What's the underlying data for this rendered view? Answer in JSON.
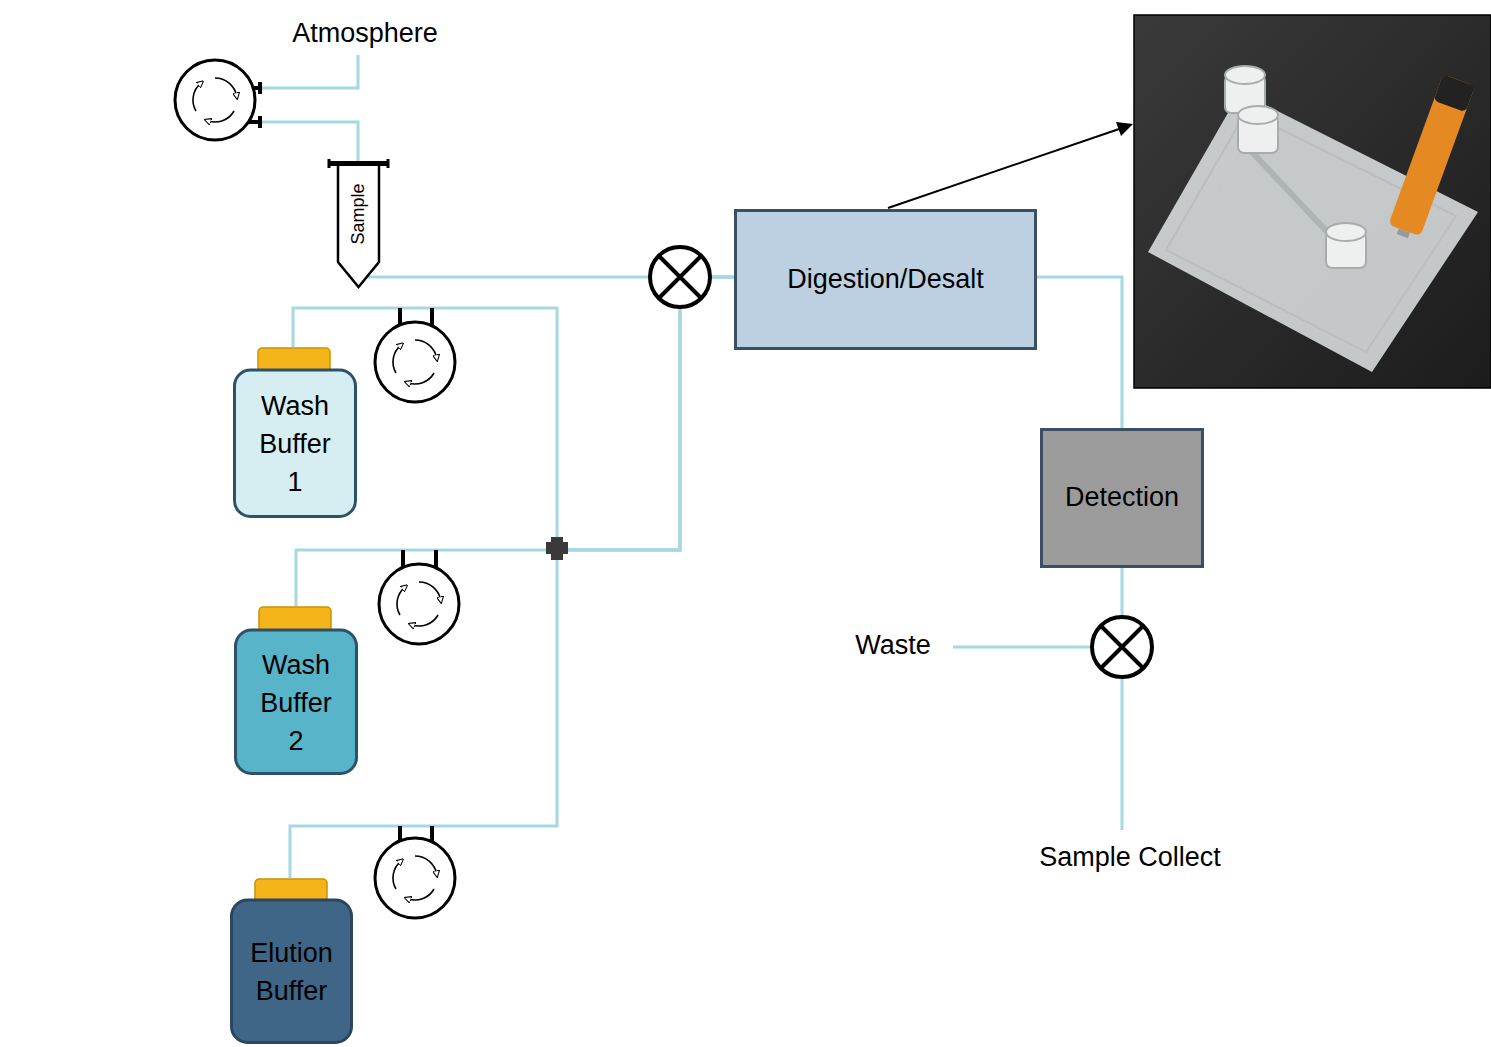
{
  "diagram": {
    "nodes": [
      {
        "text": [
          "Sample"
        ]
      },
      {
        "text": [
          "Wash Buffer 1"
        ]
      },
      {
        "text": [
          "Wash Buffer 2"
        ]
      },
      {
        "text": [
          "Elution Buffer"
        ]
      },
      {
        "text": [
          "Digestion/Desalt"
        ]
      },
      {
        "text": [
          "Detection"
        ]
      }
    ],
    "edges": [
      {
        "from": 0,
        "to": 4,
        "arrow": "none"
      },
      {
        "from": 1,
        "to": 4,
        "arrow": "none"
      },
      {
        "from": 2,
        "to": 4,
        "arrow": "none"
      },
      {
        "from": 3,
        "to": 4,
        "arrow": "none"
      },
      {
        "from": 4,
        "to": 5,
        "arrow": "none"
      }
    ],
    "labels": [
      "Atmosphere",
      "Waste",
      "Sample Collect"
    ]
  }
}
